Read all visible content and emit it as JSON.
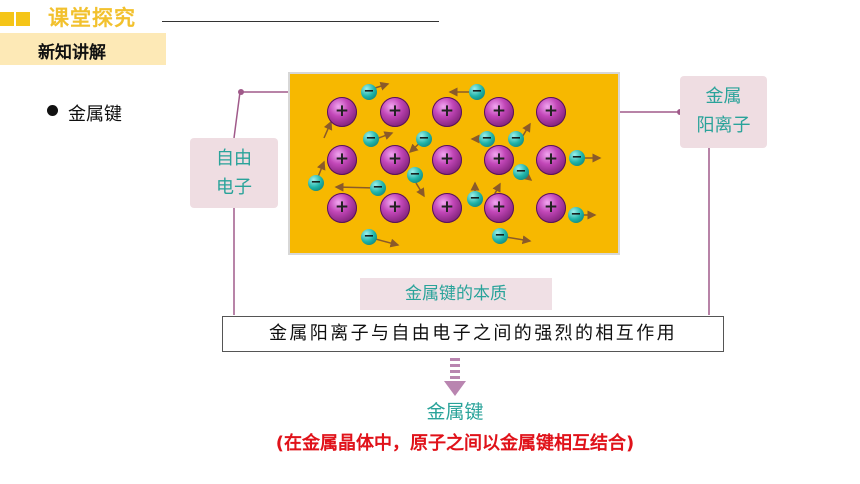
{
  "header": {
    "title": "课堂探究",
    "subtitle": "新知讲解"
  },
  "bullet": {
    "text": "金属键"
  },
  "labels": {
    "free_electron": [
      "自由",
      "电子"
    ],
    "metal_cation": [
      "金属",
      "阳离子"
    ],
    "essence": "金属键的本质",
    "definition": "金属阳离子与自由电子之间的强烈的相互作用",
    "result": "金属键",
    "note": "(在金属晶体中，原子之间以金属键相互结合)"
  },
  "colors": {
    "accent_yellow": "#f2c12e",
    "crystal_fill": "#f7b800",
    "teal_text": "#2aa39a",
    "pink_box": "#efdde2",
    "connector": "#a05a8a",
    "note_red": "#e0121a"
  },
  "icons": {
    "ion": "positive-ion-sphere",
    "electron": "negative-electron-sphere",
    "down_arrow": "dashed-down-arrow"
  }
}
